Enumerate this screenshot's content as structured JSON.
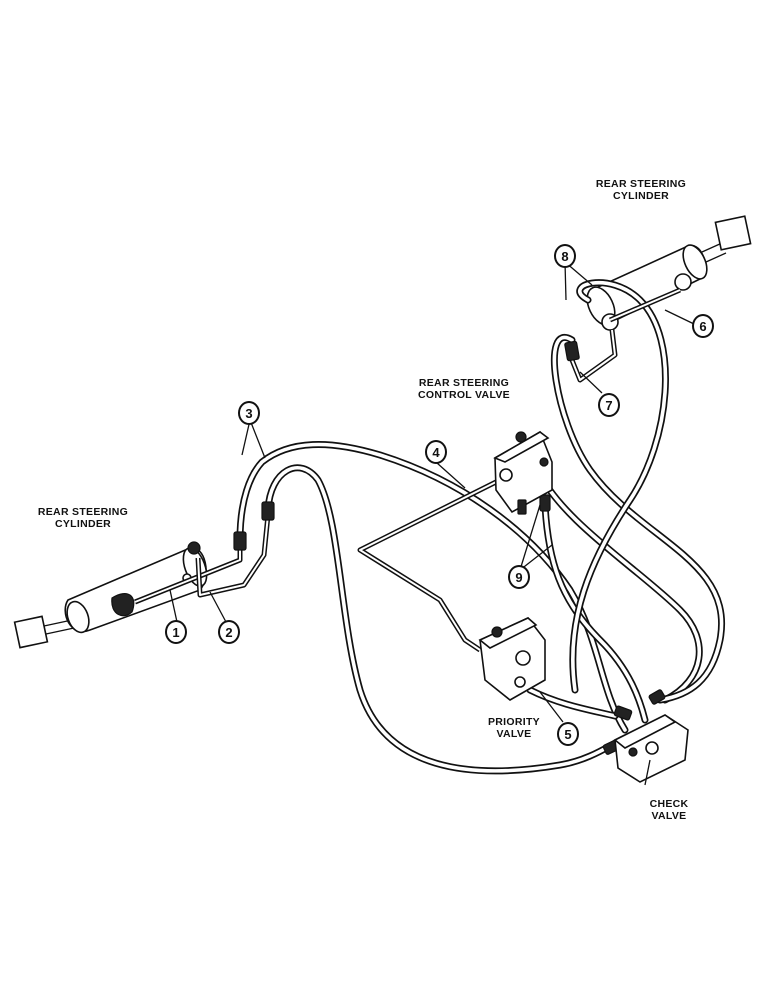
{
  "labels": {
    "rear_cyl_right_line1": "REAR STEERING",
    "rear_cyl_right_line2": "CYLINDER",
    "control_valve_line1": "REAR STEERING",
    "control_valve_line2": "CONTROL VALVE",
    "rear_cyl_left_line1": "REAR STEERING",
    "rear_cyl_left_line2": "CYLINDER",
    "priority_line1": "PRIORITY",
    "priority_line2": "VALVE",
    "check_line1": "CHECK",
    "check_line2": "VALVE"
  },
  "callouts": {
    "c1": "1",
    "c2": "2",
    "c3": "3",
    "c4": "4",
    "c5": "5",
    "c6": "6",
    "c7": "7",
    "c8": "8",
    "c9": "9"
  }
}
